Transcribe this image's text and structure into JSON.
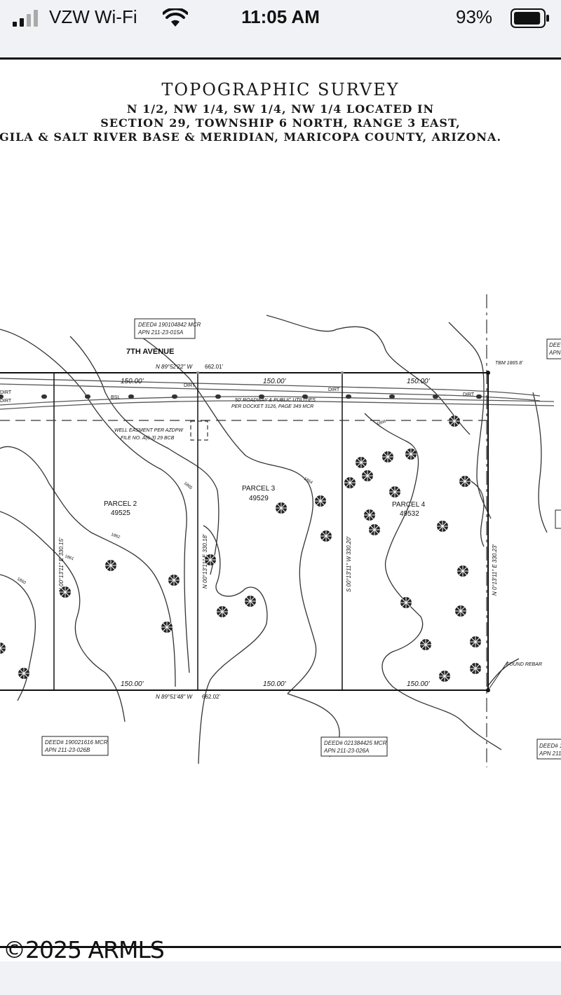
{
  "status_bar": {
    "carrier": "VZW Wi-Fi",
    "time": "11:05 AM",
    "battery_percent": "93%",
    "battery_level": 0.93,
    "signal_bars": 2,
    "icons": [
      "signal-icon",
      "wifi-icon",
      "battery-icon"
    ]
  },
  "survey": {
    "title": "TOPOGRAPHIC SURVEY",
    "line1": "N 1/2, NW 1/4, SW 1/4, NW 1/4 LOCATED IN",
    "line2": "SECTION 29, TOWNSHIP 6 NORTH, RANGE 3 EAST,",
    "line3": "GILA & SALT RIVER BASE & MERIDIAN, MARICOPA COUNTY, ARIZONA."
  },
  "plan": {
    "street": "7TH AVENUE",
    "deed_north": "DEED# 190104842 MCR",
    "apn_north": "APN 211-23-015A",
    "deed_sw": "DEED# 190021616 MCR",
    "apn_sw": "APN 211-23-026B",
    "deed_s": "DEED# 021384425 MCR",
    "apn_s": "APN 211-23-026A",
    "deed_se_partial": "DEED# 1",
    "apn_se_partial": "APN 211",
    "deed_ne_partial": "DEE",
    "apn_ne_partial": "APN",
    "north_bearing": "N 89°52'22\" W",
    "north_distance": "662.01'",
    "south_bearing": "N 89°51'48\" W",
    "south_distance": "662.02'",
    "frontage_1": "150.00'",
    "frontage_2": "150.00'",
    "frontage_3": "150.00'",
    "rear_1": "150.00'",
    "rear_2": "150.00'",
    "rear_3": "150.00'",
    "dirt_1": "DIRT",
    "dirt_2": "DIRT",
    "dirt_3": "DIRT",
    "dirt_4": "DIRT",
    "dirt_5": "DIRT",
    "bsl": "BSL",
    "roadway_1": "50' ROADWAY & PUBLIC UTILITIES",
    "roadway_2": "PER DOCKET 3126, PAGE 349 MCR",
    "well_1": "WELL EASMENT PER AZDPW",
    "well_2": "FILE NO. A(6-3) 29 BCB",
    "tbm": "TBM 1865.8'",
    "found_rebar": "FOUND REBAR",
    "parcels": [
      {
        "name": "PARCEL 2",
        "area": "49525"
      },
      {
        "name": "PARCEL 3",
        "area": "49529"
      },
      {
        "name": "PARCEL 4",
        "area": "49532"
      }
    ],
    "side_bearings": [
      "N 00°13'11\" E  330.15'",
      "N 00°13'11\" E  330.18'",
      "S 00°13'11\" W  330.20'",
      "N 0°13'11\" E  330.23'"
    ],
    "contour_labels": [
      "1865",
      "1864",
      "1862",
      "1861",
      "1860",
      "1866"
    ]
  },
  "watermark": "©2025 ARMLS"
}
